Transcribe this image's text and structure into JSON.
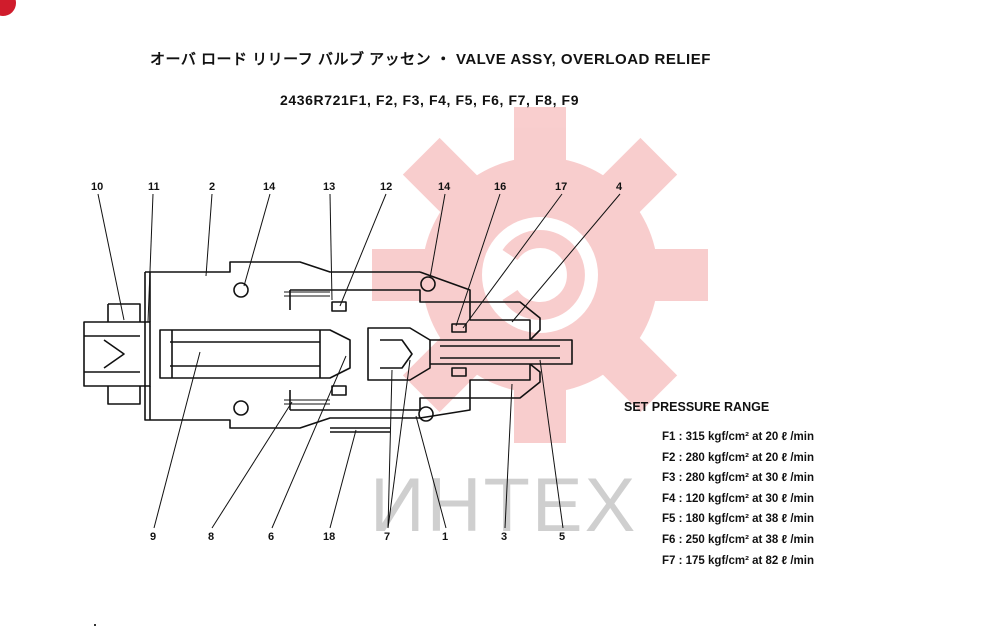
{
  "header": {
    "title": "オーバ ロード リリーフ バルブ アッセン ・ VALVE ASSY, OVERLOAD RELIEF",
    "part_numbers": "2436R721F1, F2, F3, F4, F5, F6, F7, F8, F9"
  },
  "watermark": {
    "text": "ИНТЕХ",
    "color": "#f08a8a"
  },
  "callouts": {
    "top": [
      "10",
      "11",
      "2",
      "14",
      "13",
      "12",
      "14",
      "16",
      "17",
      "4"
    ],
    "bottom": [
      "9",
      "8",
      "6",
      "18",
      "7",
      "1",
      "3",
      "5"
    ]
  },
  "pressure_range": {
    "title": "SET PRESSURE RANGE",
    "rows": [
      "F1 : 315 kgf/cm² at 20 ℓ /min",
      "F2 : 280 kgf/cm² at 20 ℓ /min",
      "F3 : 280 kgf/cm² at 30 ℓ /min",
      "F4 : 120 kgf/cm² at 30 ℓ /min",
      "F5 : 180 kgf/cm² at 38 ℓ /min",
      "F6 : 250 kgf/cm² at 38 ℓ /min",
      "F7 : 175 kgf/cm² at 82 ℓ /min"
    ]
  },
  "colors": {
    "badge": "#d01c2c",
    "ink": "#111111"
  }
}
